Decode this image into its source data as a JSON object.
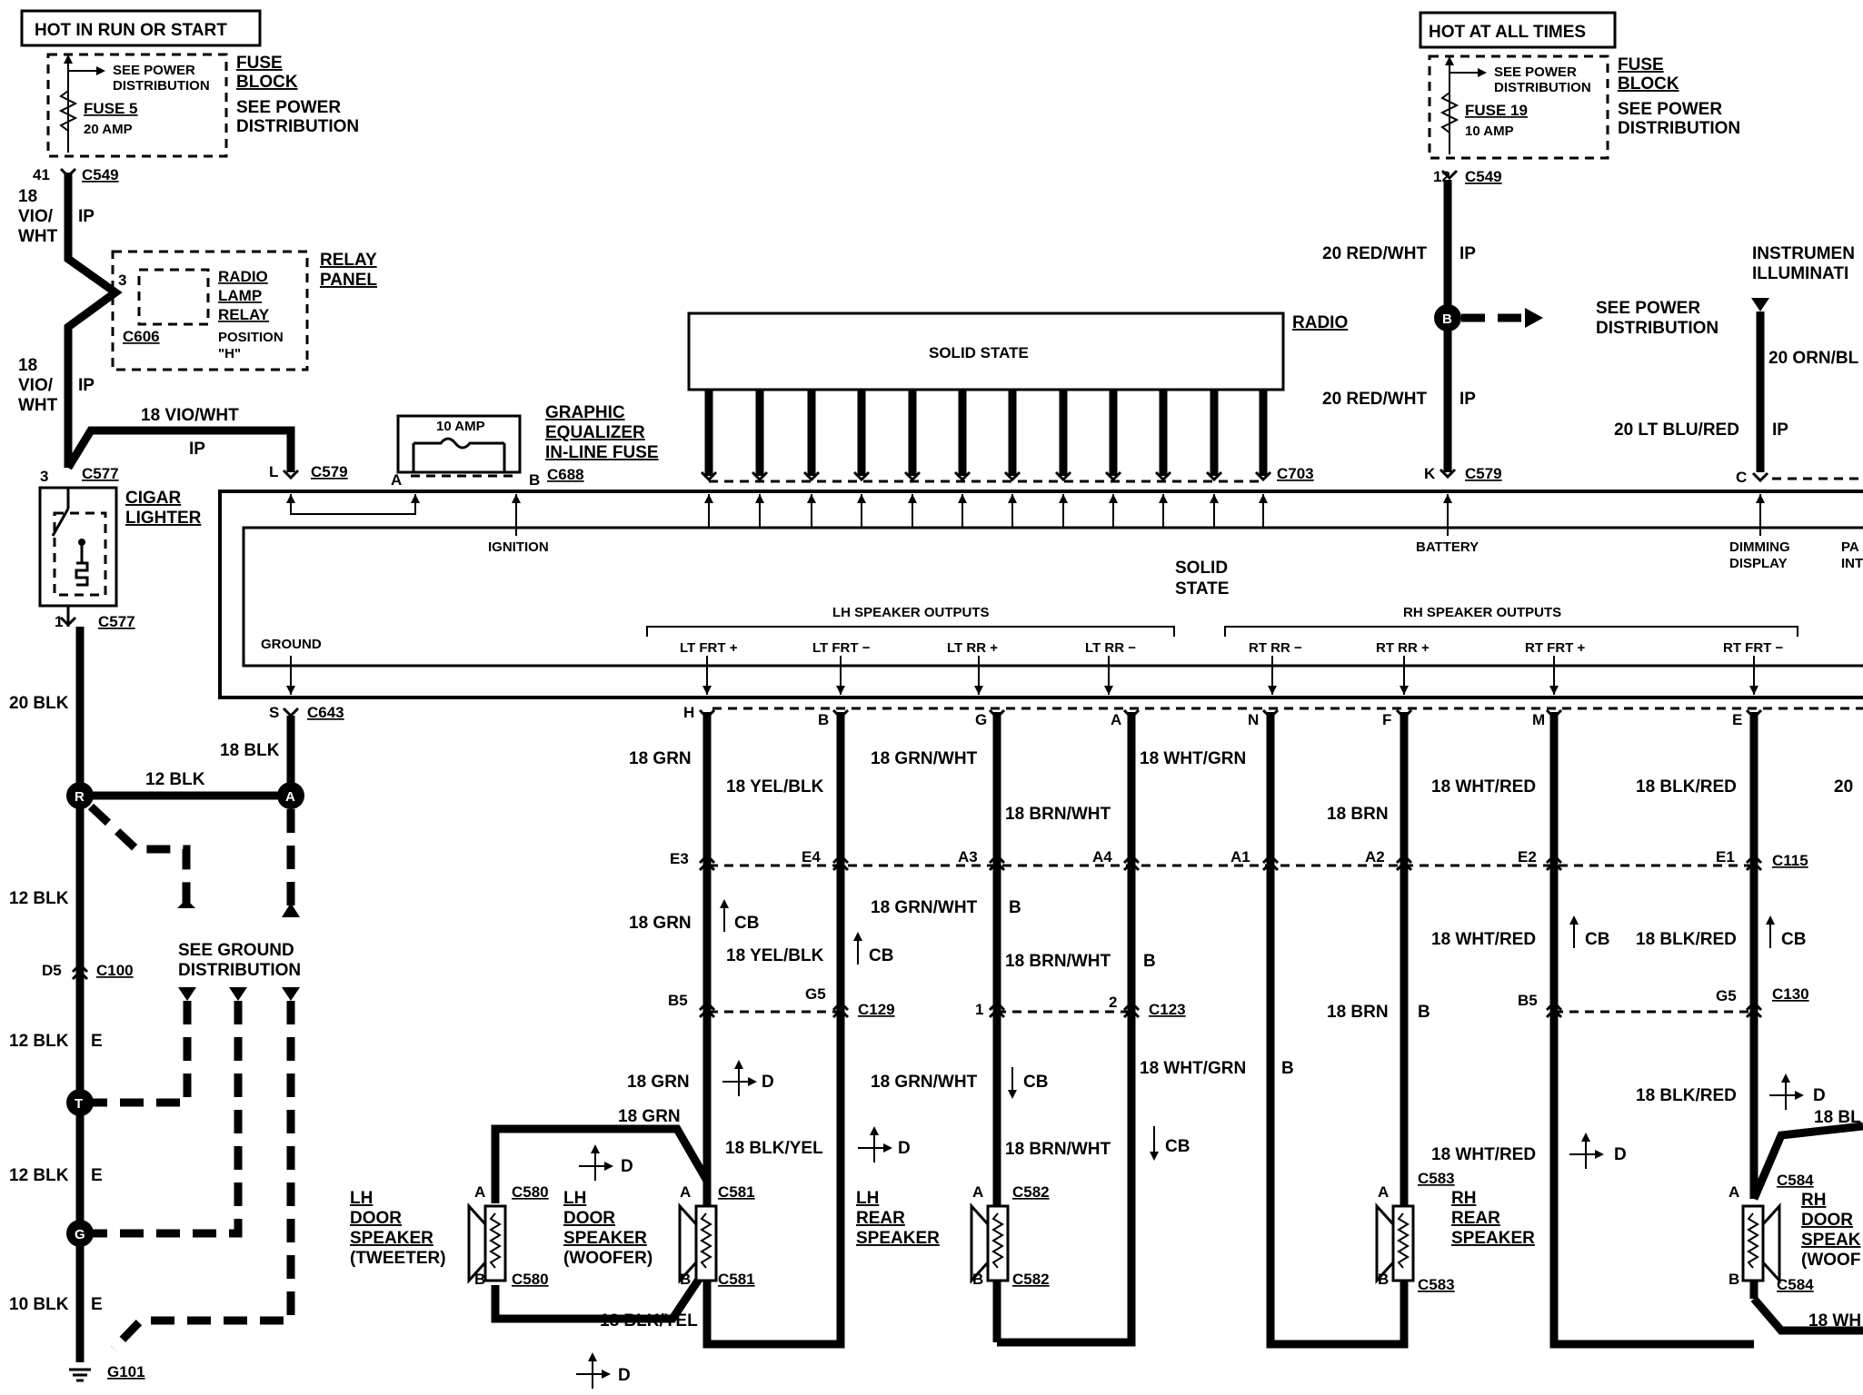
{
  "headers": {
    "hot_run_start": "HOT IN RUN OR START",
    "hot_all_times": "HOT AT ALL TIMES"
  },
  "fuse_block_left": {
    "see_power": "SEE POWER",
    "distribution": "DISTRIBUTION",
    "fuse": "FUSE 5",
    "amp": "20 AMP",
    "title1": "FUSE",
    "title2": "BLOCK",
    "note1": "SEE POWER",
    "note2": "DISTRIBUTION"
  },
  "fuse_block_right": {
    "see_power": "SEE POWER",
    "distribution": "DISTRIBUTION",
    "fuse": "FUSE 19",
    "amp": "10 AMP",
    "title1": "FUSE",
    "title2": "BLOCK",
    "note1": "SEE POWER",
    "note2": "DISTRIBUTION"
  },
  "relay": {
    "pin": "3",
    "l1": "RADIO",
    "l2": "LAMP",
    "l3": "RELAY",
    "pos1": "POSITION",
    "pos2": "\"H\"",
    "conn": "C606",
    "panel1": "RELAY",
    "panel2": "PANEL"
  },
  "radio": {
    "solid_state": "SOLID STATE",
    "label": "RADIO",
    "conn": "C703"
  },
  "geq": {
    "amp": "10 AMP",
    "l1": "GRAPHIC",
    "l2": "EQUALIZER",
    "l3": "IN-LINE FUSE",
    "conn": "C688",
    "pa": "A",
    "pb": "B"
  },
  "cigar": {
    "l1": "CIGAR",
    "l2": "LIGHTER",
    "top_pin": "3",
    "top_conn": "C577",
    "bot_pin": "1",
    "bot_conn": "C577"
  },
  "main_box": {
    "ignition": "IGNITION",
    "battery": "BATTERY",
    "dim1": "DIMMING",
    "dim2": "DISPLAY",
    "pa1": "PA",
    "pa2": "INT",
    "solid1": "SOLID",
    "solid2": "STATE",
    "ground": "GROUND",
    "lh_outputs": "LH SPEAKER OUTPUTS",
    "rh_outputs": "RH SPEAKER OUTPUTS",
    "outs": [
      "LT FRT +",
      "LT FRT −",
      "LT RR +",
      "LT RR −",
      "RT RR −",
      "RT RR +",
      "RT FRT +",
      "RT FRT −"
    ]
  },
  "top_labels": {
    "n41": "41",
    "c549": "C549",
    "w18": "18",
    "vio": "VIO/",
    "wht": "WHT",
    "ip": "IP",
    "vio_wht_top": "18 VIO/WHT",
    "pin_l": "L",
    "c579": "C579",
    "n12": "12",
    "c549r": "C549",
    "red_wht1": "20 RED/WHT",
    "red_wht2": "20 RED/WHT",
    "splice_b": "B",
    "see_power1": "SEE POWER",
    "see_power2": "DISTRIBUTION",
    "pin_k": "K",
    "c579r": "C579",
    "inst1": "INSTRUMEN",
    "inst2": "ILLUMINATI",
    "orn": "20 ORN/BL",
    "ltblu": "20 LT BLU/RED",
    "pin_c": "C"
  },
  "ground_section": {
    "s": "S",
    "c643": "C643",
    "blk18": "18 BLK",
    "blk20": "20 BLK",
    "blk12a": "12 BLK",
    "blk12b": "12 BLK",
    "blk12c": "12 BLK",
    "blk12d": "12 BLK",
    "blk10": "10 BLK",
    "splice_r": "R",
    "splice_a": "A",
    "splice_t": "T",
    "splice_g": "G",
    "d5": "D5",
    "c100": "C100",
    "see_ground1": "SEE GROUND",
    "see_ground2": "DISTRIBUTION",
    "g101": "G101",
    "e": "E"
  },
  "speaker_wires": {
    "h": "H",
    "b": "B",
    "g": "G",
    "a": "A",
    "n": "N",
    "f": "F",
    "m": "M",
    "e": "E",
    "grn18": "18 GRN",
    "yelblk": "18 YEL/BLK",
    "grnwht": "18 GRN/WHT",
    "brnwht": "18 BRN/WHT",
    "whtgrn": "18 WHT/GRN",
    "brn": "18 BRN",
    "whtred": "18 WHT/RED",
    "blkred": "18 BLK/RED",
    "twenty": "20",
    "e3": "E3",
    "e4": "E4",
    "a3": "A3",
    "a4": "A4",
    "a1": "A1",
    "a2": "A2",
    "e2": "E2",
    "e1": "E1",
    "c115": "C115",
    "cb": "CB",
    "b5": "B5",
    "g5": "G5",
    "c129": "C129",
    "one": "1",
    "two": "2",
    "c123": "C123",
    "b5r": "B5",
    "g5r": "G5",
    "c130": "C130",
    "d": "D",
    "blkyel": "18 BLK/YEL",
    "blk18": "18 BL",
    "wh18": "18 WH"
  },
  "speakers": {
    "tweeter": [
      "LH",
      "DOOR",
      "SPEAKER",
      "(TWEETER)"
    ],
    "woofer": [
      "LH",
      "DOOR",
      "SPEAKER",
      "(WOOFER)"
    ],
    "lh_rear": [
      "LH",
      "REAR",
      "SPEAKER"
    ],
    "rh_rear": [
      "RH",
      "REAR",
      "SPEAKER"
    ],
    "rh_door": [
      "RH",
      "DOOR",
      "SPEAK",
      "(WOOF"
    ],
    "c580": "C580",
    "c581": "C581",
    "c582": "C582",
    "c583": "C583",
    "c584": "C584",
    "pa": "A",
    "pb": "B"
  }
}
